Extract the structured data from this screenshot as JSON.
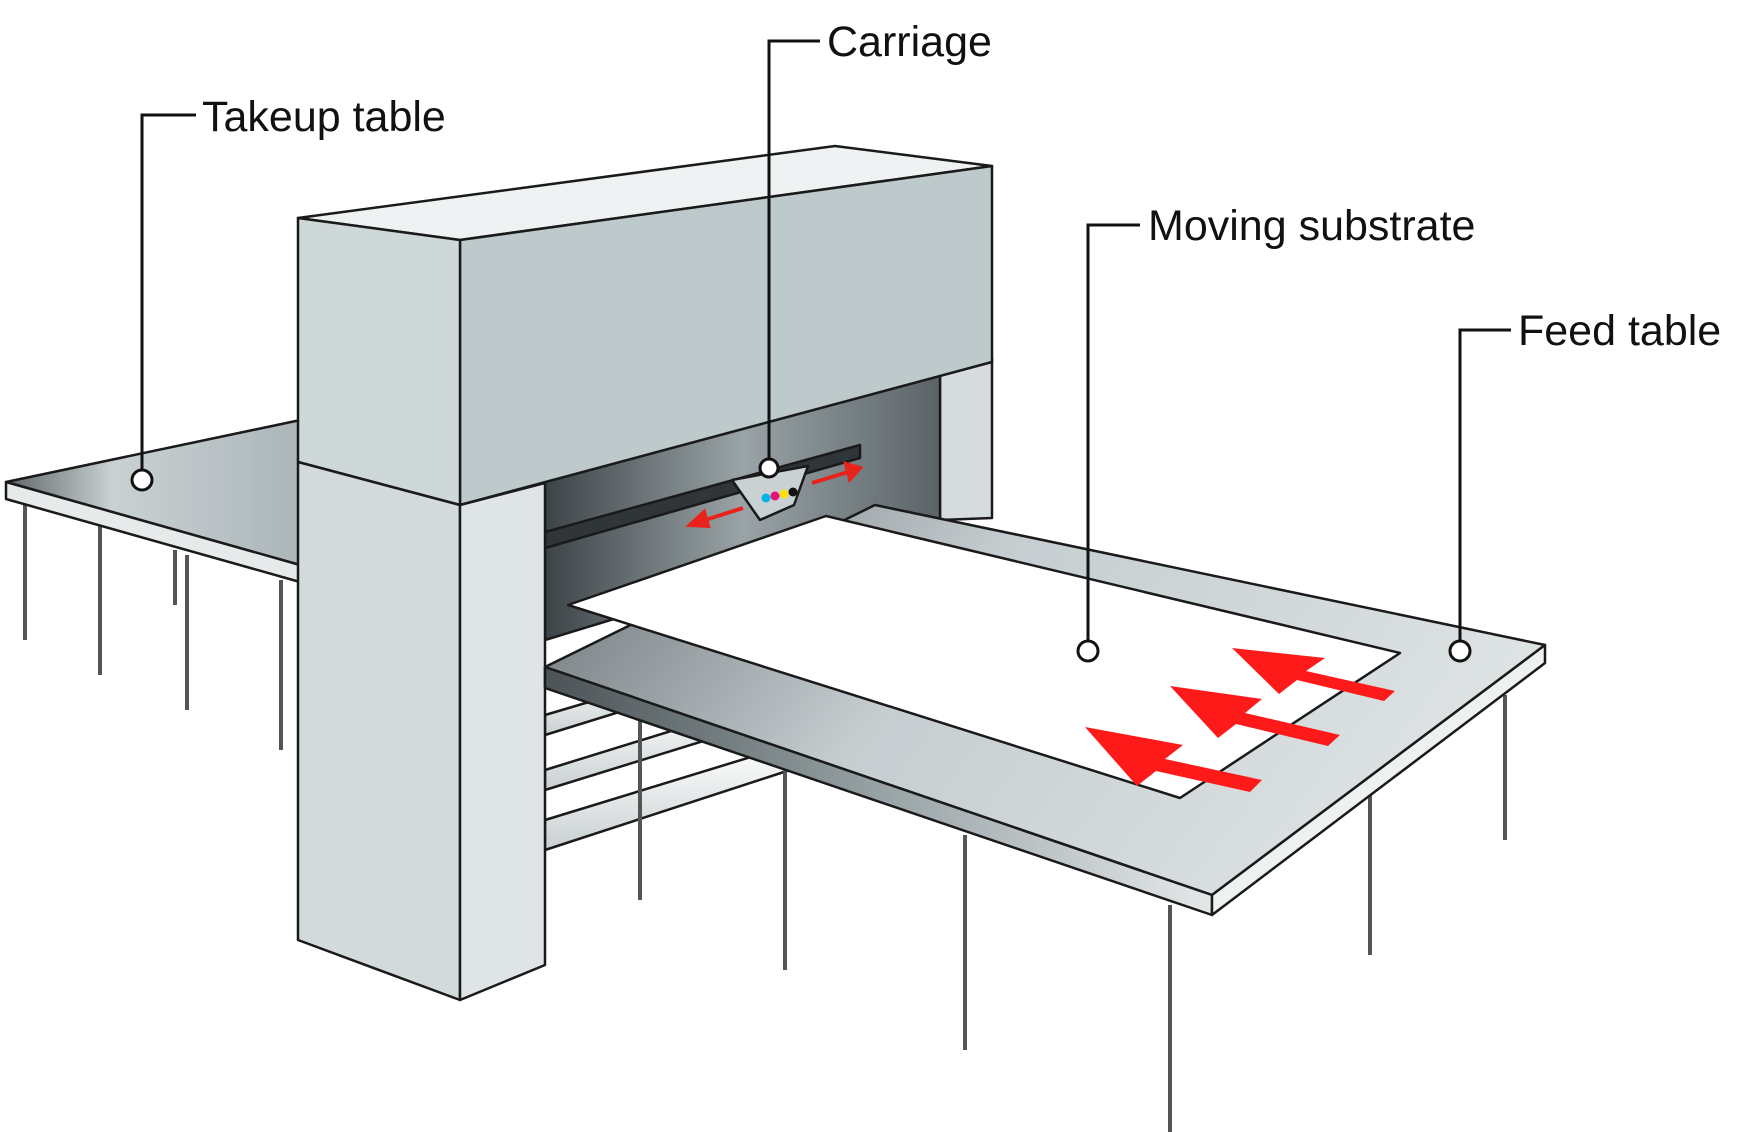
{
  "labels": {
    "carriage": "Carriage",
    "takeup_table": "Takeup table",
    "moving_substrate": "Moving substrate",
    "feed_table": "Feed table"
  },
  "colors": {
    "housing_front": "#dde3e4",
    "housing_face": "#bfcbcd",
    "housing_top": "#e9eeef",
    "table_top": "#c8d0d2",
    "table_edge": "#e2e7e8",
    "opening_dark": "#5c6468",
    "substrate": "#ffffff",
    "arrow": "#ff1a1a",
    "leg": "#666666",
    "line": "#111111"
  },
  "icons": {
    "ink_cartridges": [
      "cyan",
      "magenta",
      "yellow",
      "black"
    ]
  }
}
